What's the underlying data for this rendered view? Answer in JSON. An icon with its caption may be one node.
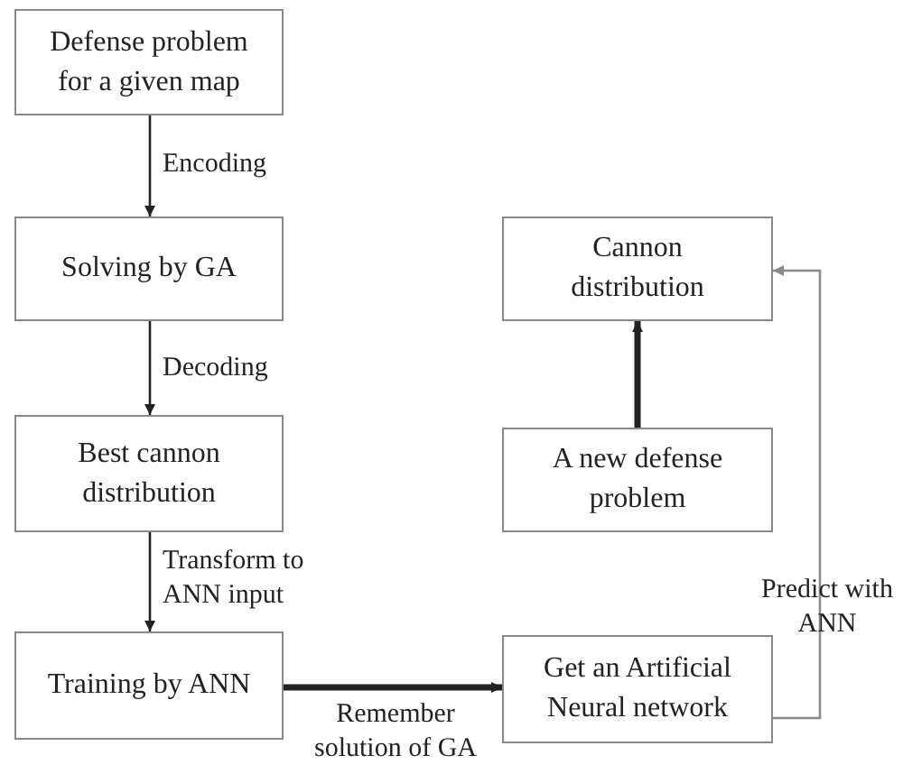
{
  "diagram": {
    "nodes": [
      {
        "text": [
          "Defense problem for a given map"
        ]
      },
      {
        "text": [
          "Solving by GA"
        ]
      },
      {
        "text": [
          "Best cannon distribution"
        ]
      },
      {
        "text": [
          "Training by ANN"
        ]
      },
      {
        "text": [
          "Get an Artificial Neural network"
        ]
      },
      {
        "text": [
          "Cannon distribution"
        ]
      },
      {
        "text": [
          "A new defense problem"
        ]
      }
    ],
    "edges": [
      {
        "from": 0,
        "to": 1,
        "arrow": "to",
        "label": "Encoding"
      },
      {
        "from": 1,
        "to": 2,
        "arrow": "to",
        "label": "Decoding"
      },
      {
        "from": 2,
        "to": 3,
        "arrow": "to",
        "label": "Transform to ANN input"
      },
      {
        "from": 3,
        "to": 4,
        "arrow": "to",
        "label": "Remember solution of GA",
        "style": "thick"
      },
      {
        "from": 6,
        "to": 5,
        "arrow": "to",
        "style": "thick"
      },
      {
        "from": 4,
        "to": 5,
        "arrow": "to",
        "label": "Predict with ANN",
        "color": "#8a8a8a"
      }
    ]
  }
}
